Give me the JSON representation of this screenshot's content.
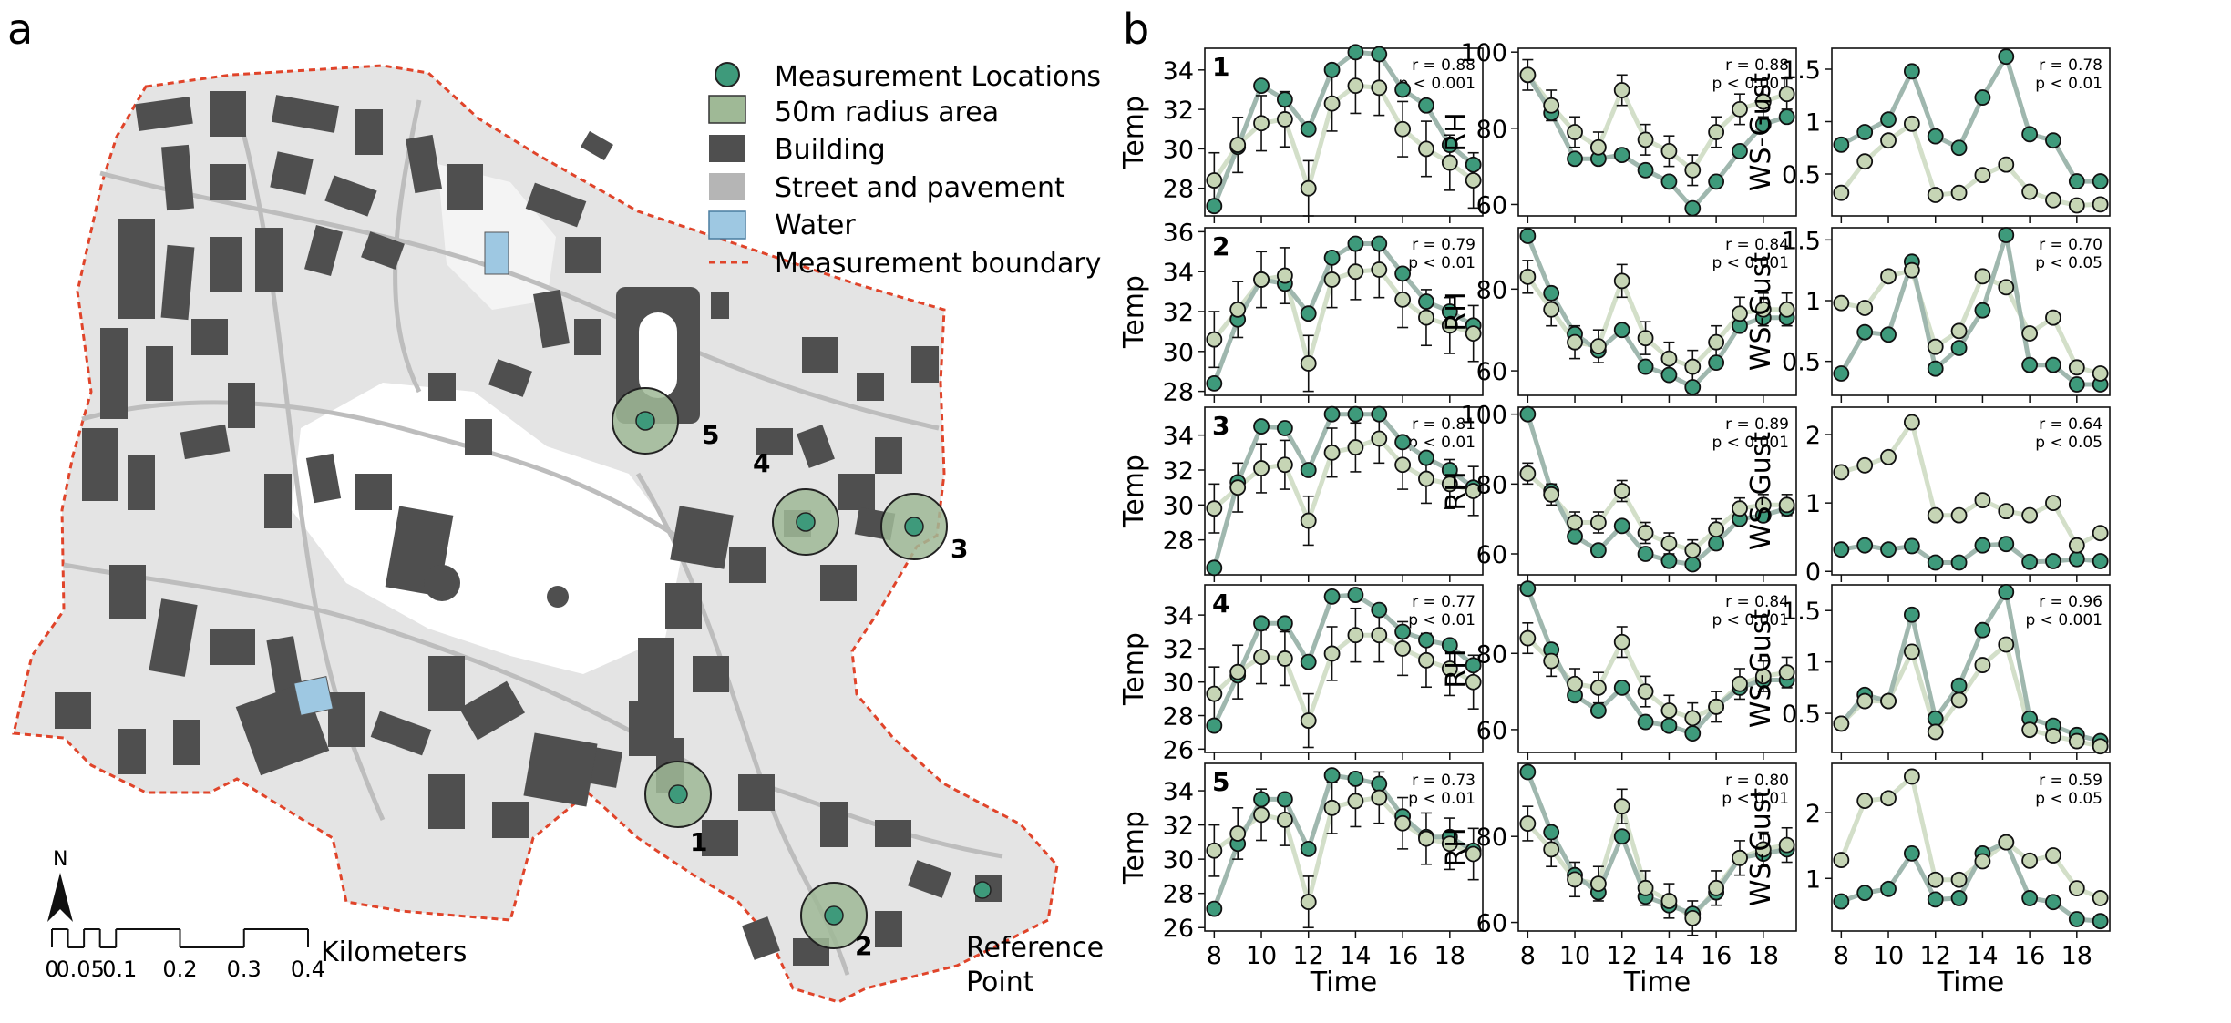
{
  "panel_labels": {
    "a": "a",
    "b": "b"
  },
  "map": {
    "legend": [
      {
        "key": "locations",
        "label": "Measurement Locations",
        "color": "#3e9a7b"
      },
      {
        "key": "radius",
        "label": "50m radius area",
        "color": "#9fb996"
      },
      {
        "key": "building",
        "label": "Building",
        "color": "#4f4f4f"
      },
      {
        "key": "street",
        "label": "Street and pavement",
        "color": "#b5b5b5"
      },
      {
        "key": "water",
        "label": "Water",
        "color": "#9ec8e2"
      },
      {
        "key": "boundary",
        "label": "Measurement boundary",
        "color": "#e0442a"
      }
    ],
    "locations": [
      {
        "id": "1",
        "label": "1"
      },
      {
        "id": "2",
        "label": "2"
      },
      {
        "id": "3",
        "label": "3"
      },
      {
        "id": "4",
        "label": "4"
      },
      {
        "id": "5",
        "label": "5"
      }
    ],
    "reference_label_line1": "Reference",
    "reference_label_line2": "Point",
    "north_label": "N",
    "scale": {
      "ticks": [
        "0",
        "0.05",
        "0.1",
        "0.2",
        "0.3",
        "0.4"
      ],
      "unit": "Kilometers"
    },
    "colors": {
      "background": "#e3e3e3",
      "building": "#4f4f4f",
      "street": "#c4c4c4",
      "water": "#9ec8e2",
      "point": "#3e9a7b",
      "radius": "#9fb996",
      "boundary": "#e0442a"
    }
  },
  "chart_data": {
    "type": "line",
    "x": [
      8,
      9,
      10,
      11,
      12,
      13,
      14,
      15,
      16,
      17,
      18,
      19
    ],
    "xlabel": "Time",
    "xticks": [
      8,
      10,
      12,
      14,
      16,
      18
    ],
    "colors": {
      "reference": "#3e9a7b",
      "location": "#c6d5b5",
      "line_ref": "#9fb7ae",
      "line_loc": "#d3dfc9"
    },
    "variables": [
      {
        "key": "temp",
        "ylabel": "Temp"
      },
      {
        "key": "rh",
        "ylabel": "RH"
      },
      {
        "key": "ws",
        "ylabel": "WS-Gust"
      }
    ],
    "rows": [
      {
        "location": "1",
        "temp": {
          "yticks": [
            28,
            30,
            32,
            34
          ],
          "ylim": [
            26.6,
            35.1
          ],
          "r": "r = 0.88",
          "p": "p < 0.001",
          "reference": [
            27.1,
            30.1,
            33.2,
            32.5,
            31.0,
            34.0,
            34.9,
            34.8,
            33.0,
            32.2,
            30.2,
            29.2
          ],
          "location_values": [
            28.4,
            30.2,
            31.3,
            31.5,
            28.0,
            32.3,
            33.2,
            33.1,
            31.0,
            30.0,
            29.3,
            28.4
          ],
          "errors": [
            1.4,
            1.4,
            1.4,
            1.4,
            1.4,
            1.4,
            1.4,
            1.4,
            1.4,
            1.4,
            1.4,
            1.4
          ]
        },
        "rh": {
          "yticks": [
            60,
            80,
            100
          ],
          "ylim": [
            57,
            101
          ],
          "r": "r = 0.88",
          "p": "p < 0.001",
          "reference": [
            94,
            84,
            72,
            72,
            73,
            69,
            66,
            59,
            66,
            74,
            81,
            83
          ],
          "location_values": [
            94,
            86,
            79,
            75,
            90,
            77,
            74,
            69,
            79,
            85,
            87,
            89
          ],
          "errors": [
            4,
            4,
            4,
            4,
            4,
            4,
            4,
            4,
            4,
            4,
            4,
            4
          ]
        },
        "ws": {
          "yticks": [
            0.5,
            1.0,
            1.5
          ],
          "ylim": [
            0.1,
            1.7
          ],
          "r": "r = 0.78",
          "p": "p < 0.01",
          "reference": [
            0.78,
            0.9,
            1.02,
            1.48,
            0.86,
            0.75,
            1.23,
            1.62,
            0.88,
            0.82,
            0.43,
            0.43
          ],
          "location_values": [
            0.32,
            0.62,
            0.82,
            0.98,
            0.3,
            0.32,
            0.49,
            0.59,
            0.33,
            0.25,
            0.2,
            0.21
          ]
        }
      },
      {
        "location": "2",
        "temp": {
          "yticks": [
            28,
            30,
            32,
            34,
            36
          ],
          "ylim": [
            27.8,
            36.2
          ],
          "r": "r = 0.79",
          "p": "p < 0.01",
          "reference": [
            28.4,
            31.6,
            33.6,
            33.4,
            31.9,
            34.7,
            35.4,
            35.4,
            33.9,
            32.5,
            32.0,
            31.3
          ],
          "location_values": [
            30.6,
            32.1,
            33.6,
            33.8,
            29.4,
            33.6,
            34.0,
            34.1,
            32.6,
            31.7,
            31.3,
            30.9
          ],
          "errors": [
            1.4,
            1.4,
            1.4,
            1.4,
            1.4,
            1.4,
            1.4,
            1.4,
            1.4,
            1.4,
            1.4,
            1.4
          ]
        },
        "rh": {
          "yticks": [
            60,
            80
          ],
          "ylim": [
            54,
            95
          ],
          "r": "r = 0.84",
          "p": "p < 0.001",
          "reference": [
            93,
            79,
            69,
            65,
            70,
            61,
            59,
            56,
            62,
            71,
            73,
            73
          ],
          "location_values": [
            83,
            75,
            67,
            66,
            82,
            68,
            63,
            61,
            67,
            74,
            75,
            75
          ],
          "errors": [
            4,
            4,
            4,
            4,
            4,
            4,
            4,
            4,
            4,
            4,
            4,
            4
          ]
        },
        "ws": {
          "yticks": [
            0.5,
            1.0,
            1.5
          ],
          "ylim": [
            0.22,
            1.6
          ],
          "r": "r = 0.70",
          "p": "p < 0.05",
          "reference": [
            0.4,
            0.74,
            0.72,
            1.32,
            0.44,
            0.61,
            0.92,
            1.54,
            0.47,
            0.47,
            0.31,
            0.31
          ],
          "location_values": [
            0.98,
            0.94,
            1.2,
            1.25,
            0.62,
            0.75,
            1.2,
            1.11,
            0.73,
            0.86,
            0.45,
            0.4
          ]
        }
      },
      {
        "location": "3",
        "temp": {
          "yticks": [
            28,
            30,
            32,
            34
          ],
          "ylim": [
            26.0,
            35.6
          ],
          "r": "r = 0.81",
          "p": "p < 0.01",
          "reference": [
            26.4,
            31.3,
            34.5,
            34.4,
            32.0,
            35.2,
            35.2,
            35.2,
            33.6,
            32.7,
            32.0,
            31.0
          ],
          "location_values": [
            29.8,
            31.0,
            32.1,
            32.3,
            29.1,
            33.0,
            33.3,
            33.8,
            32.3,
            31.5,
            31.2,
            30.8
          ],
          "errors": [
            1.4,
            1.4,
            1.4,
            1.4,
            1.4,
            1.4,
            1.4,
            1.4,
            1.4,
            1.4,
            1.4,
            1.4
          ]
        },
        "rh": {
          "yticks": [
            60,
            80,
            100
          ],
          "ylim": [
            54,
            102
          ],
          "r": "r = 0.89",
          "p": "p < 0.001",
          "reference": [
            100,
            78,
            65,
            61,
            68,
            60,
            58,
            57,
            63,
            70,
            71,
            73
          ],
          "location_values": [
            83,
            77,
            69,
            69,
            78,
            66,
            63,
            61,
            67,
            73,
            74,
            74
          ],
          "errors": [
            3,
            3,
            3,
            3,
            3,
            3,
            3,
            3,
            3,
            3,
            3,
            3
          ]
        },
        "ws": {
          "yticks": [
            0,
            1,
            2
          ],
          "ylim": [
            -0.05,
            2.4
          ],
          "r": "r = 0.64",
          "p": "p < 0.05",
          "reference": [
            0.32,
            0.38,
            0.32,
            0.37,
            0.13,
            0.13,
            0.38,
            0.4,
            0.14,
            0.15,
            0.18,
            0.15
          ],
          "location_values": [
            1.45,
            1.55,
            1.67,
            2.18,
            0.82,
            0.82,
            1.04,
            0.88,
            0.82,
            1.0,
            0.38,
            0.56
          ]
        }
      },
      {
        "location": "4",
        "temp": {
          "yticks": [
            26,
            28,
            30,
            32,
            34
          ],
          "ylim": [
            25.8,
            35.8
          ],
          "r": "r = 0.77",
          "p": "p < 0.01",
          "reference": [
            27.4,
            30.4,
            33.5,
            33.5,
            31.2,
            35.1,
            35.2,
            34.3,
            33.0,
            32.5,
            32.2,
            31.0
          ],
          "location_values": [
            29.3,
            30.6,
            31.5,
            31.4,
            27.7,
            31.7,
            32.8,
            32.8,
            32.0,
            31.3,
            30.8,
            30.0
          ],
          "errors": [
            1.6,
            1.6,
            1.6,
            1.6,
            1.6,
            1.6,
            1.6,
            1.6,
            1.6,
            1.6,
            1.6,
            1.6
          ]
        },
        "rh": {
          "yticks": [
            60,
            80
          ],
          "ylim": [
            54,
            98
          ],
          "r": "r = 0.84",
          "p": "p < 0.001",
          "reference": [
            97,
            81,
            69,
            65,
            71,
            62,
            61,
            59,
            66,
            71,
            73,
            73
          ],
          "location_values": [
            84,
            78,
            72,
            71,
            83,
            70,
            65,
            63,
            66,
            72,
            74,
            75
          ],
          "errors": [
            4,
            4,
            4,
            4,
            4,
            4,
            4,
            4,
            4,
            4,
            4,
            4
          ]
        },
        "ws": {
          "yticks": [
            0.5,
            1.0,
            1.5
          ],
          "ylim": [
            0.12,
            1.75
          ],
          "r": "r = 0.96",
          "p": "p < 0.001",
          "reference": [
            0.4,
            0.68,
            0.62,
            1.46,
            0.45,
            0.77,
            1.31,
            1.68,
            0.45,
            0.38,
            0.29,
            0.23
          ],
          "location_values": [
            0.4,
            0.62,
            0.62,
            1.1,
            0.32,
            0.63,
            0.97,
            1.17,
            0.34,
            0.28,
            0.23,
            0.18
          ]
        }
      },
      {
        "location": "5",
        "temp": {
          "yticks": [
            26,
            28,
            30,
            32,
            34
          ],
          "ylim": [
            25.8,
            35.6
          ],
          "r": "r = 0.73",
          "p": "p < 0.01",
          "reference": [
            27.1,
            30.9,
            33.5,
            33.5,
            30.6,
            34.9,
            34.7,
            34.4,
            32.5,
            31.3,
            31.3,
            30.5
          ],
          "location_values": [
            30.5,
            31.5,
            32.6,
            32.3,
            27.5,
            33.0,
            33.4,
            33.6,
            32.1,
            31.2,
            30.9,
            30.3
          ],
          "errors": [
            1.5,
            1.5,
            1.5,
            1.5,
            1.5,
            1.5,
            1.5,
            1.5,
            1.5,
            1.5,
            1.5,
            1.5
          ]
        },
        "rh": {
          "yticks": [
            60,
            80
          ],
          "ylim": [
            58,
            97
          ],
          "r": "r = 0.80",
          "p": "p < 0.01",
          "reference": [
            95,
            81,
            71,
            67,
            80,
            66,
            64,
            62,
            67,
            75,
            76,
            77
          ],
          "location_values": [
            83,
            77,
            70,
            69,
            87,
            68,
            65,
            61,
            68,
            75,
            77,
            78
          ],
          "errors": [
            4,
            4,
            4,
            4,
            4,
            4,
            4,
            4,
            4,
            4,
            4,
            4
          ]
        },
        "ws": {
          "yticks": [
            1,
            2
          ],
          "ylim": [
            0.2,
            2.75
          ],
          "r": "r = 0.59",
          "p": "p < 0.05",
          "reference": [
            0.65,
            0.78,
            0.84,
            1.38,
            0.68,
            0.7,
            1.38,
            1.55,
            0.7,
            0.64,
            0.38,
            0.35
          ],
          "location_values": [
            1.28,
            2.18,
            2.22,
            2.55,
            0.98,
            0.98,
            1.26,
            1.55,
            1.27,
            1.35,
            0.85,
            0.7
          ]
        }
      }
    ]
  }
}
